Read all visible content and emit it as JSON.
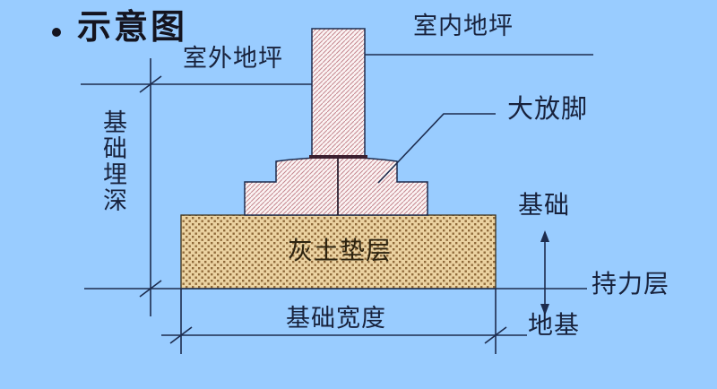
{
  "slide": {
    "title": "示意图",
    "background_color": "#99ccff"
  },
  "diagram": {
    "labels": {
      "outdoor_ground": "室外地坪",
      "indoor_ground": "室内地坪",
      "spread_footing": "大放脚",
      "foundation_depth": "基础埋深",
      "foundation": "基础",
      "bearing_stratum": "持力层",
      "subgrade": "地基",
      "lime_soil_cushion": "灰土垫层",
      "foundation_width": "基础宽度"
    },
    "colors": {
      "line": "#1d2c4e",
      "text": "#18223c",
      "masonry_fill": "#fbf3f3",
      "masonry_hatch": "#c4878f",
      "wall_base": "#3b2030",
      "cushion_fill": "#ebd2a1",
      "cushion_dots": "#8f6a3a",
      "cushion_text": "#2e2410"
    }
  }
}
